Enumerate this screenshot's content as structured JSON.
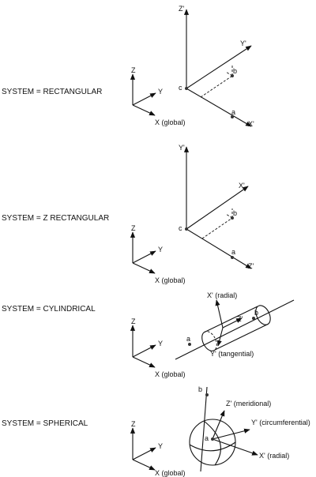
{
  "panels": [
    {
      "system_label": "SYSTEM = RECTANGULAR",
      "global": {
        "x": "X  (global)",
        "y": "Y",
        "z": "Z"
      },
      "local": {
        "vertical": "Z'",
        "upper": "Y'",
        "lower": "X'",
        "c": "c",
        "a": "a",
        "b": "b"
      }
    },
    {
      "system_label": "SYSTEM = Z RECTANGULAR",
      "global": {
        "x": "X  (global)",
        "y": "Y",
        "z": "Z"
      },
      "local": {
        "vertical": "Y'",
        "upper": "X'",
        "lower": "Z'",
        "c": "c",
        "a": "a",
        "b": "b"
      }
    },
    {
      "system_label": "SYSTEM = CYLINDRICAL",
      "global": {
        "x": "X  (global)",
        "y": "Y",
        "z": "Z"
      },
      "local": {
        "radial": "X' (radial)",
        "tangential": "Y' (tangential)",
        "axial": "Z'",
        "a": "a",
        "b": "b"
      }
    },
    {
      "system_label": "SYSTEM = SPHERICAL",
      "global": {
        "x": "X  (global)",
        "y": "Y",
        "z": "Z"
      },
      "local": {
        "meridional": "Z' (meridional)",
        "circumferential": "Y'  (circumferential)",
        "radial": "X'  (radial)",
        "a": "a",
        "b": "b"
      }
    }
  ]
}
